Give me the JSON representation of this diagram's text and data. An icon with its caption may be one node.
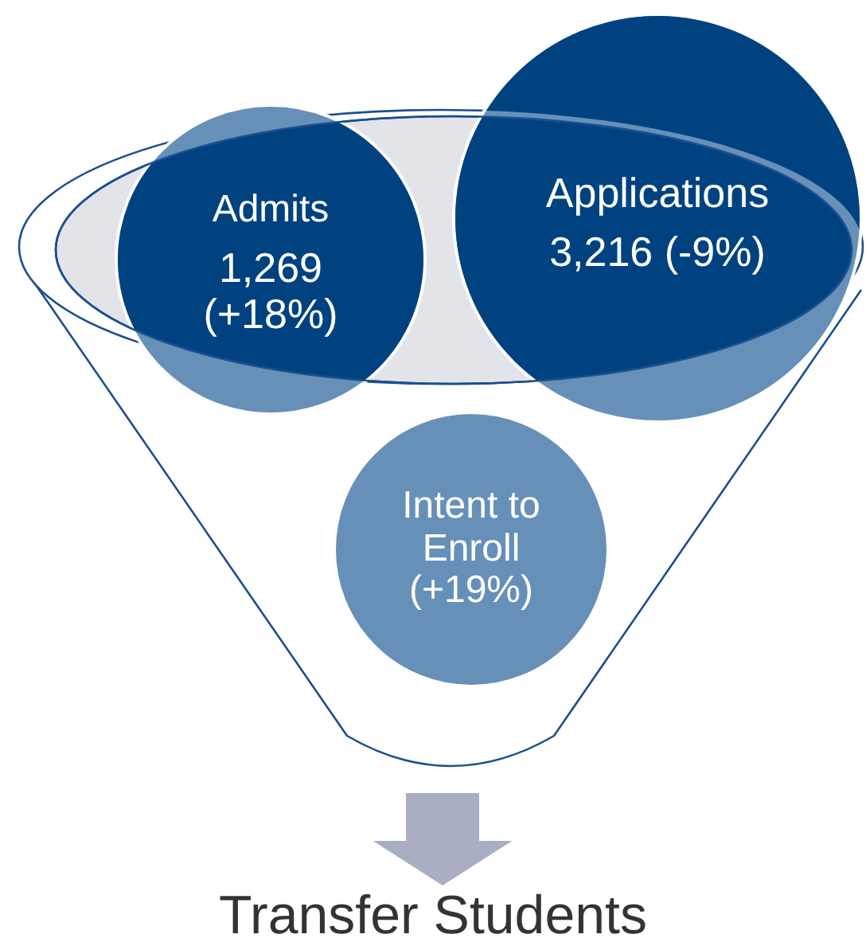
{
  "diagram": {
    "nodes": [
      {
        "text": [],
        "shape": "funnel"
      },
      {
        "text": [
          "Admits",
          "1,269 (+18%)"
        ]
      },
      {
        "text": [
          "Applications",
          "3,216 (-9%)"
        ]
      },
      {
        "text": [
          "Intent to Enroll (+19%)"
        ],
        "in": 0
      },
      {
        "text": [
          "Transfer Students"
        ]
      }
    ],
    "edges": [
      {
        "from": 0,
        "to": 4,
        "arrow": "to",
        "color": "#a9aec3",
        "style": "thick"
      }
    ]
  }
}
